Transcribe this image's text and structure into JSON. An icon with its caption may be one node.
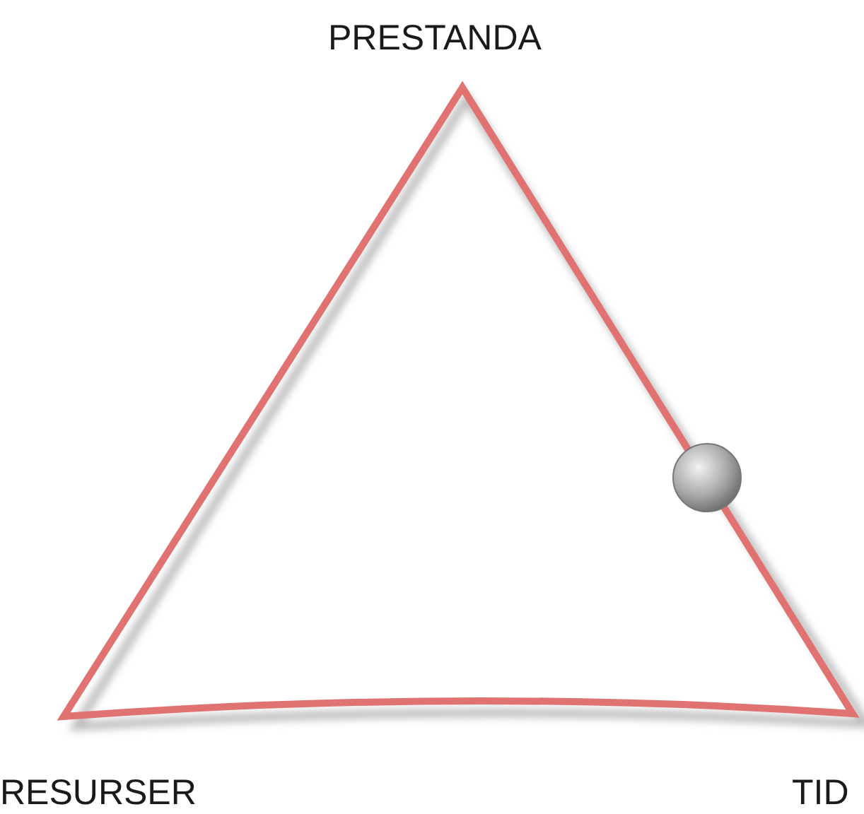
{
  "diagram": {
    "labels": [
      "PRESTANDA",
      "RESURSER",
      "TID"
    ]
  }
}
